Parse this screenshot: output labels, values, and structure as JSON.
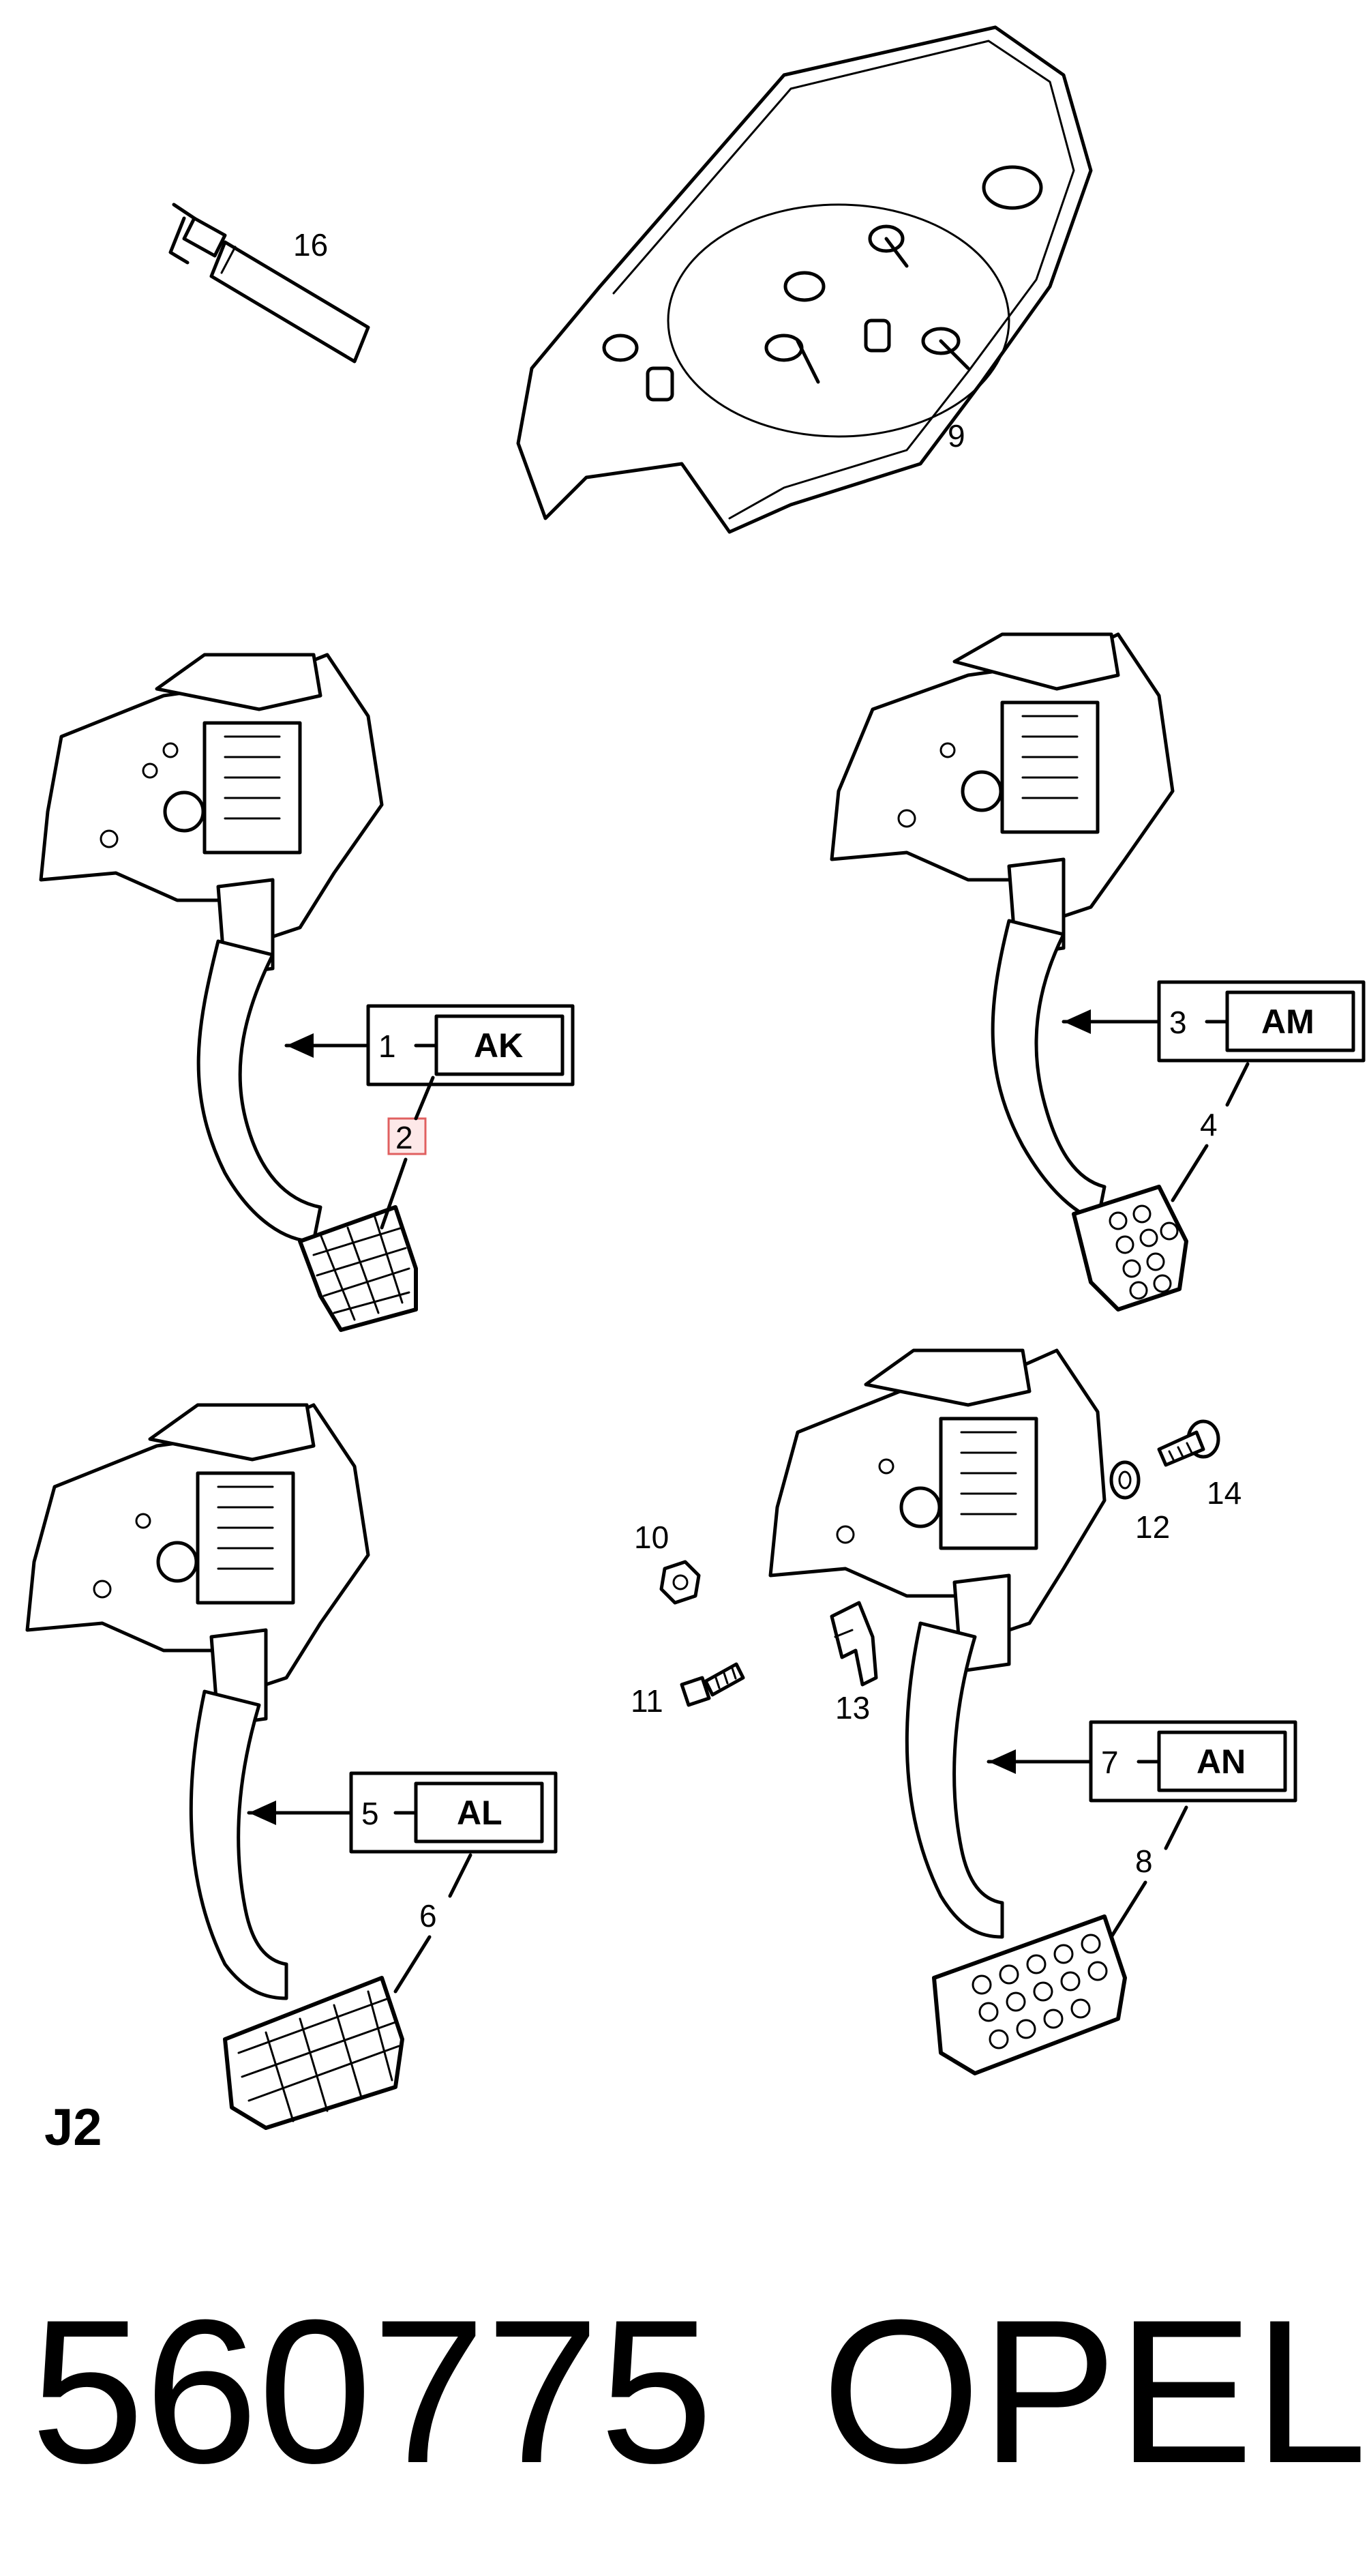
{
  "callouts": {
    "c1": "1",
    "c2": "2",
    "c3": "3",
    "c4": "4",
    "c5": "5",
    "c6": "6",
    "c7": "7",
    "c8": "8",
    "c9": "9",
    "c10": "10",
    "c11": "11",
    "c12": "12",
    "c13": "13",
    "c14": "14",
    "c16": "16"
  },
  "variant_boxes": {
    "ak": "AK",
    "am": "AM",
    "al": "AL",
    "an": "AN"
  },
  "section_code": "J2",
  "footer": {
    "part_number": "560775",
    "brand": "OPEL"
  },
  "colors": {
    "line": "#000000",
    "highlight_fill": "#fde8e8",
    "highlight_stroke": "#e06060"
  }
}
